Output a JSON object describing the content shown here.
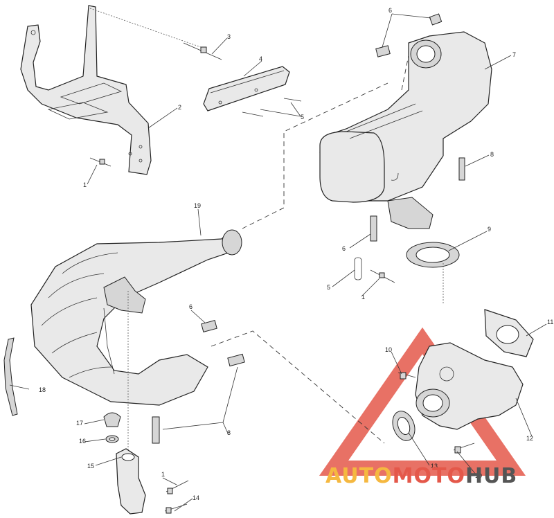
{
  "callouts": [
    {
      "id": "c1a",
      "text": "1"
    },
    {
      "id": "c2",
      "text": "2"
    },
    {
      "id": "c3",
      "text": "3"
    },
    {
      "id": "c4",
      "text": "4"
    },
    {
      "id": "c5a",
      "text": "5"
    },
    {
      "id": "c6a",
      "text": "6"
    },
    {
      "id": "c7",
      "text": "7"
    },
    {
      "id": "c8a",
      "text": "8"
    },
    {
      "id": "c9",
      "text": "9"
    },
    {
      "id": "c6b",
      "text": "6"
    },
    {
      "id": "c5b",
      "text": "5"
    },
    {
      "id": "c1b",
      "text": "1"
    },
    {
      "id": "c19a",
      "text": "19"
    },
    {
      "id": "c6c",
      "text": "6"
    },
    {
      "id": "c11",
      "text": "11"
    },
    {
      "id": "c10a",
      "text": "10"
    },
    {
      "id": "c18",
      "text": "18"
    },
    {
      "id": "c8b",
      "text": "8"
    },
    {
      "id": "c17",
      "text": "17"
    },
    {
      "id": "c16",
      "text": "16"
    },
    {
      "id": "c15",
      "text": "15"
    },
    {
      "id": "c1c",
      "text": "1"
    },
    {
      "id": "c14",
      "text": "14"
    },
    {
      "id": "c12",
      "text": "12"
    },
    {
      "id": "c13",
      "text": "13"
    },
    {
      "id": "c10b",
      "text": "10"
    }
  ],
  "watermark": {
    "part1": "AUTO",
    "part2": "MOTO",
    "part3": "HUB",
    "colors": {
      "part1": "#f5b840",
      "part2": "#e4584a",
      "part3": "#555555",
      "triangle": "#e4584a"
    }
  }
}
